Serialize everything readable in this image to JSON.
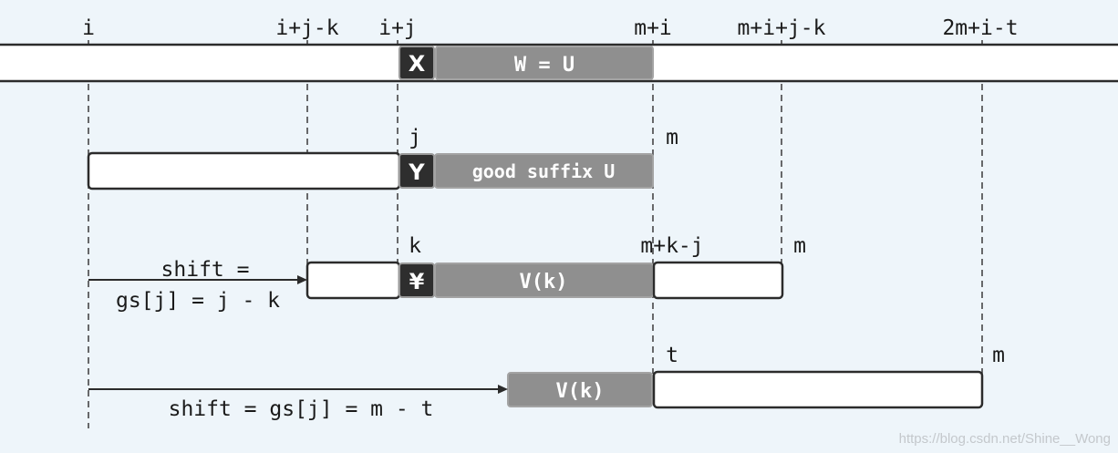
{
  "top_labels": {
    "i": "i",
    "i_j_k": "i+j-k",
    "i_j": "i+j",
    "m_i": "m+i",
    "m_i_j_k": "m+i+j-k",
    "twom_i_t": "2m+i-t"
  },
  "row1": {
    "char": "X",
    "block": "W = U"
  },
  "row2": {
    "label_j": "j",
    "label_m": "m",
    "char": "Y",
    "block": "good suffix U"
  },
  "row3": {
    "label_k": "k",
    "label_mkj": "m+k-j",
    "label_m": "m",
    "char": "¥",
    "block": "V(k)",
    "shift_line1": "shift =",
    "shift_line2": "gs[j] = j - k"
  },
  "row4": {
    "label_t": "t",
    "label_m": "m",
    "block": "V(k)",
    "shift": "shift = gs[j] = m - t"
  },
  "watermark": "https://blog.csdn.net/Shine__Wong",
  "colors": {
    "background": "#eef5fa",
    "dark_cell": "#2e2e2e",
    "gray_block": "#8f8f8f",
    "outline": "#2b2b2b"
  }
}
